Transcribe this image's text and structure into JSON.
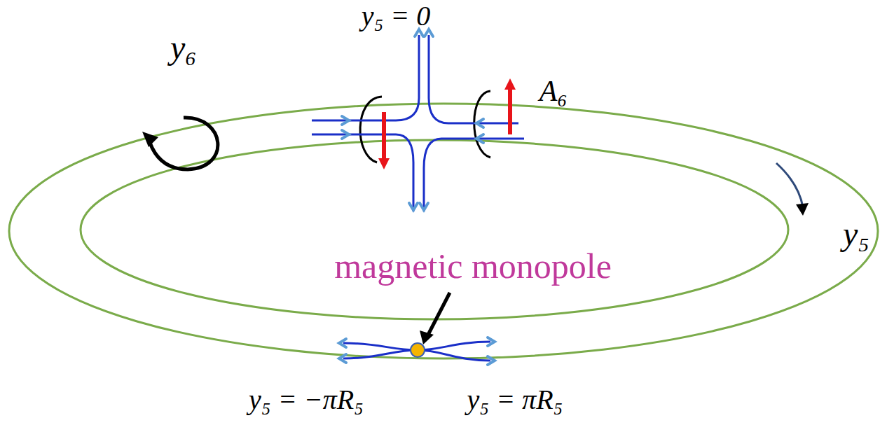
{
  "diagram": {
    "labels": [
      "y₅ = 0",
      "y₆",
      "A₆",
      "y₅",
      "magnetic monopole",
      "y₅ = −πR₅",
      "y₅ = πR₅"
    ]
  }
}
